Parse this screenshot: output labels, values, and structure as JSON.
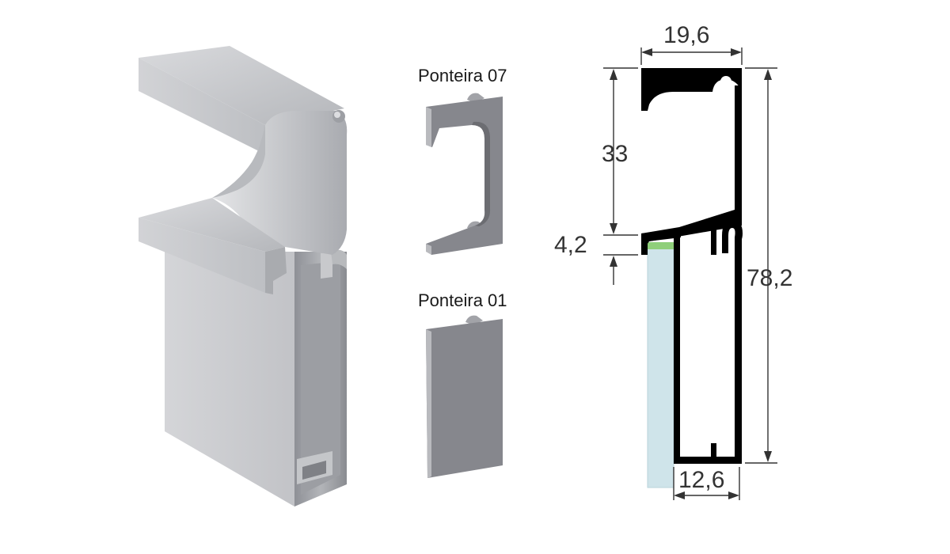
{
  "captions": {
    "cap07": "Ponteira 07",
    "cap01": "Ponteira 01"
  },
  "dimensions": {
    "top_width": "19,6",
    "upper_height": "33",
    "lip_height": "4,2",
    "total_height": "78,2",
    "bottom_width": "12,6"
  },
  "colors": {
    "profile_light": "#c9cace",
    "profile_mid": "#a4a6ab",
    "profile_dark": "#7b7d82",
    "end_cap": "#85868c",
    "section_fill": "#000000",
    "glass": "#cfe4ea",
    "seal": "#8fcf7a",
    "dim_line": "#333333"
  }
}
